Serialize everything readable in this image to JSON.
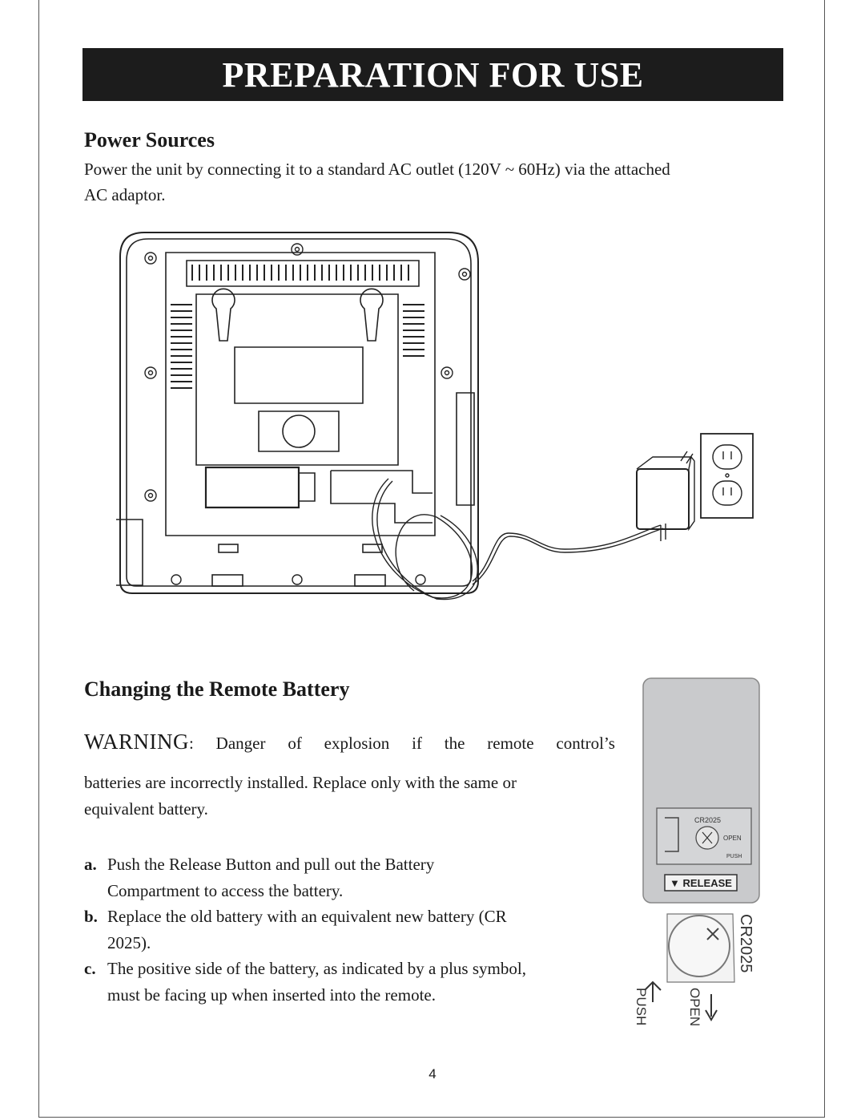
{
  "page": {
    "title": "PREPARATION FOR USE",
    "page_number": "4"
  },
  "power_sources": {
    "heading": "Power Sources",
    "body_line1": "Power the unit by connecting it to a standard AC outlet (120V ~ 60Hz) via the attached",
    "body_line2": "AC adaptor."
  },
  "remote_battery": {
    "heading": "Changing the Remote Battery",
    "warning_label": "WARNING",
    "warning_colon": ":",
    "warning_words": [
      "Danger",
      "of",
      "explosion",
      "if",
      "the",
      "remote",
      "control’s"
    ],
    "warning_line2": "batteries are incorrectly installed. Replace only with the same or",
    "warning_line3": "equivalent battery.",
    "steps": [
      {
        "letter": "a.",
        "line1": "Push the Release Button and pull out the Battery",
        "line2": "Compartment to access the battery."
      },
      {
        "letter": "b.",
        "line1": "Replace the old battery with an equivalent new battery (CR",
        "line2": "2025)."
      },
      {
        "letter": "c.",
        "line1": "The positive side of the battery, as indicated by a plus symbol,",
        "line2": "must be facing up when inserted into the remote."
      }
    ]
  },
  "remote_illustration": {
    "compartment_label": "CR2025",
    "open_label": "OPEN",
    "push_label": "PUSH",
    "release_label": "▼ RELEASE",
    "battery_label": "CR2025",
    "battery_open_label": "OPEN",
    "battery_push_label": "PUSH"
  }
}
